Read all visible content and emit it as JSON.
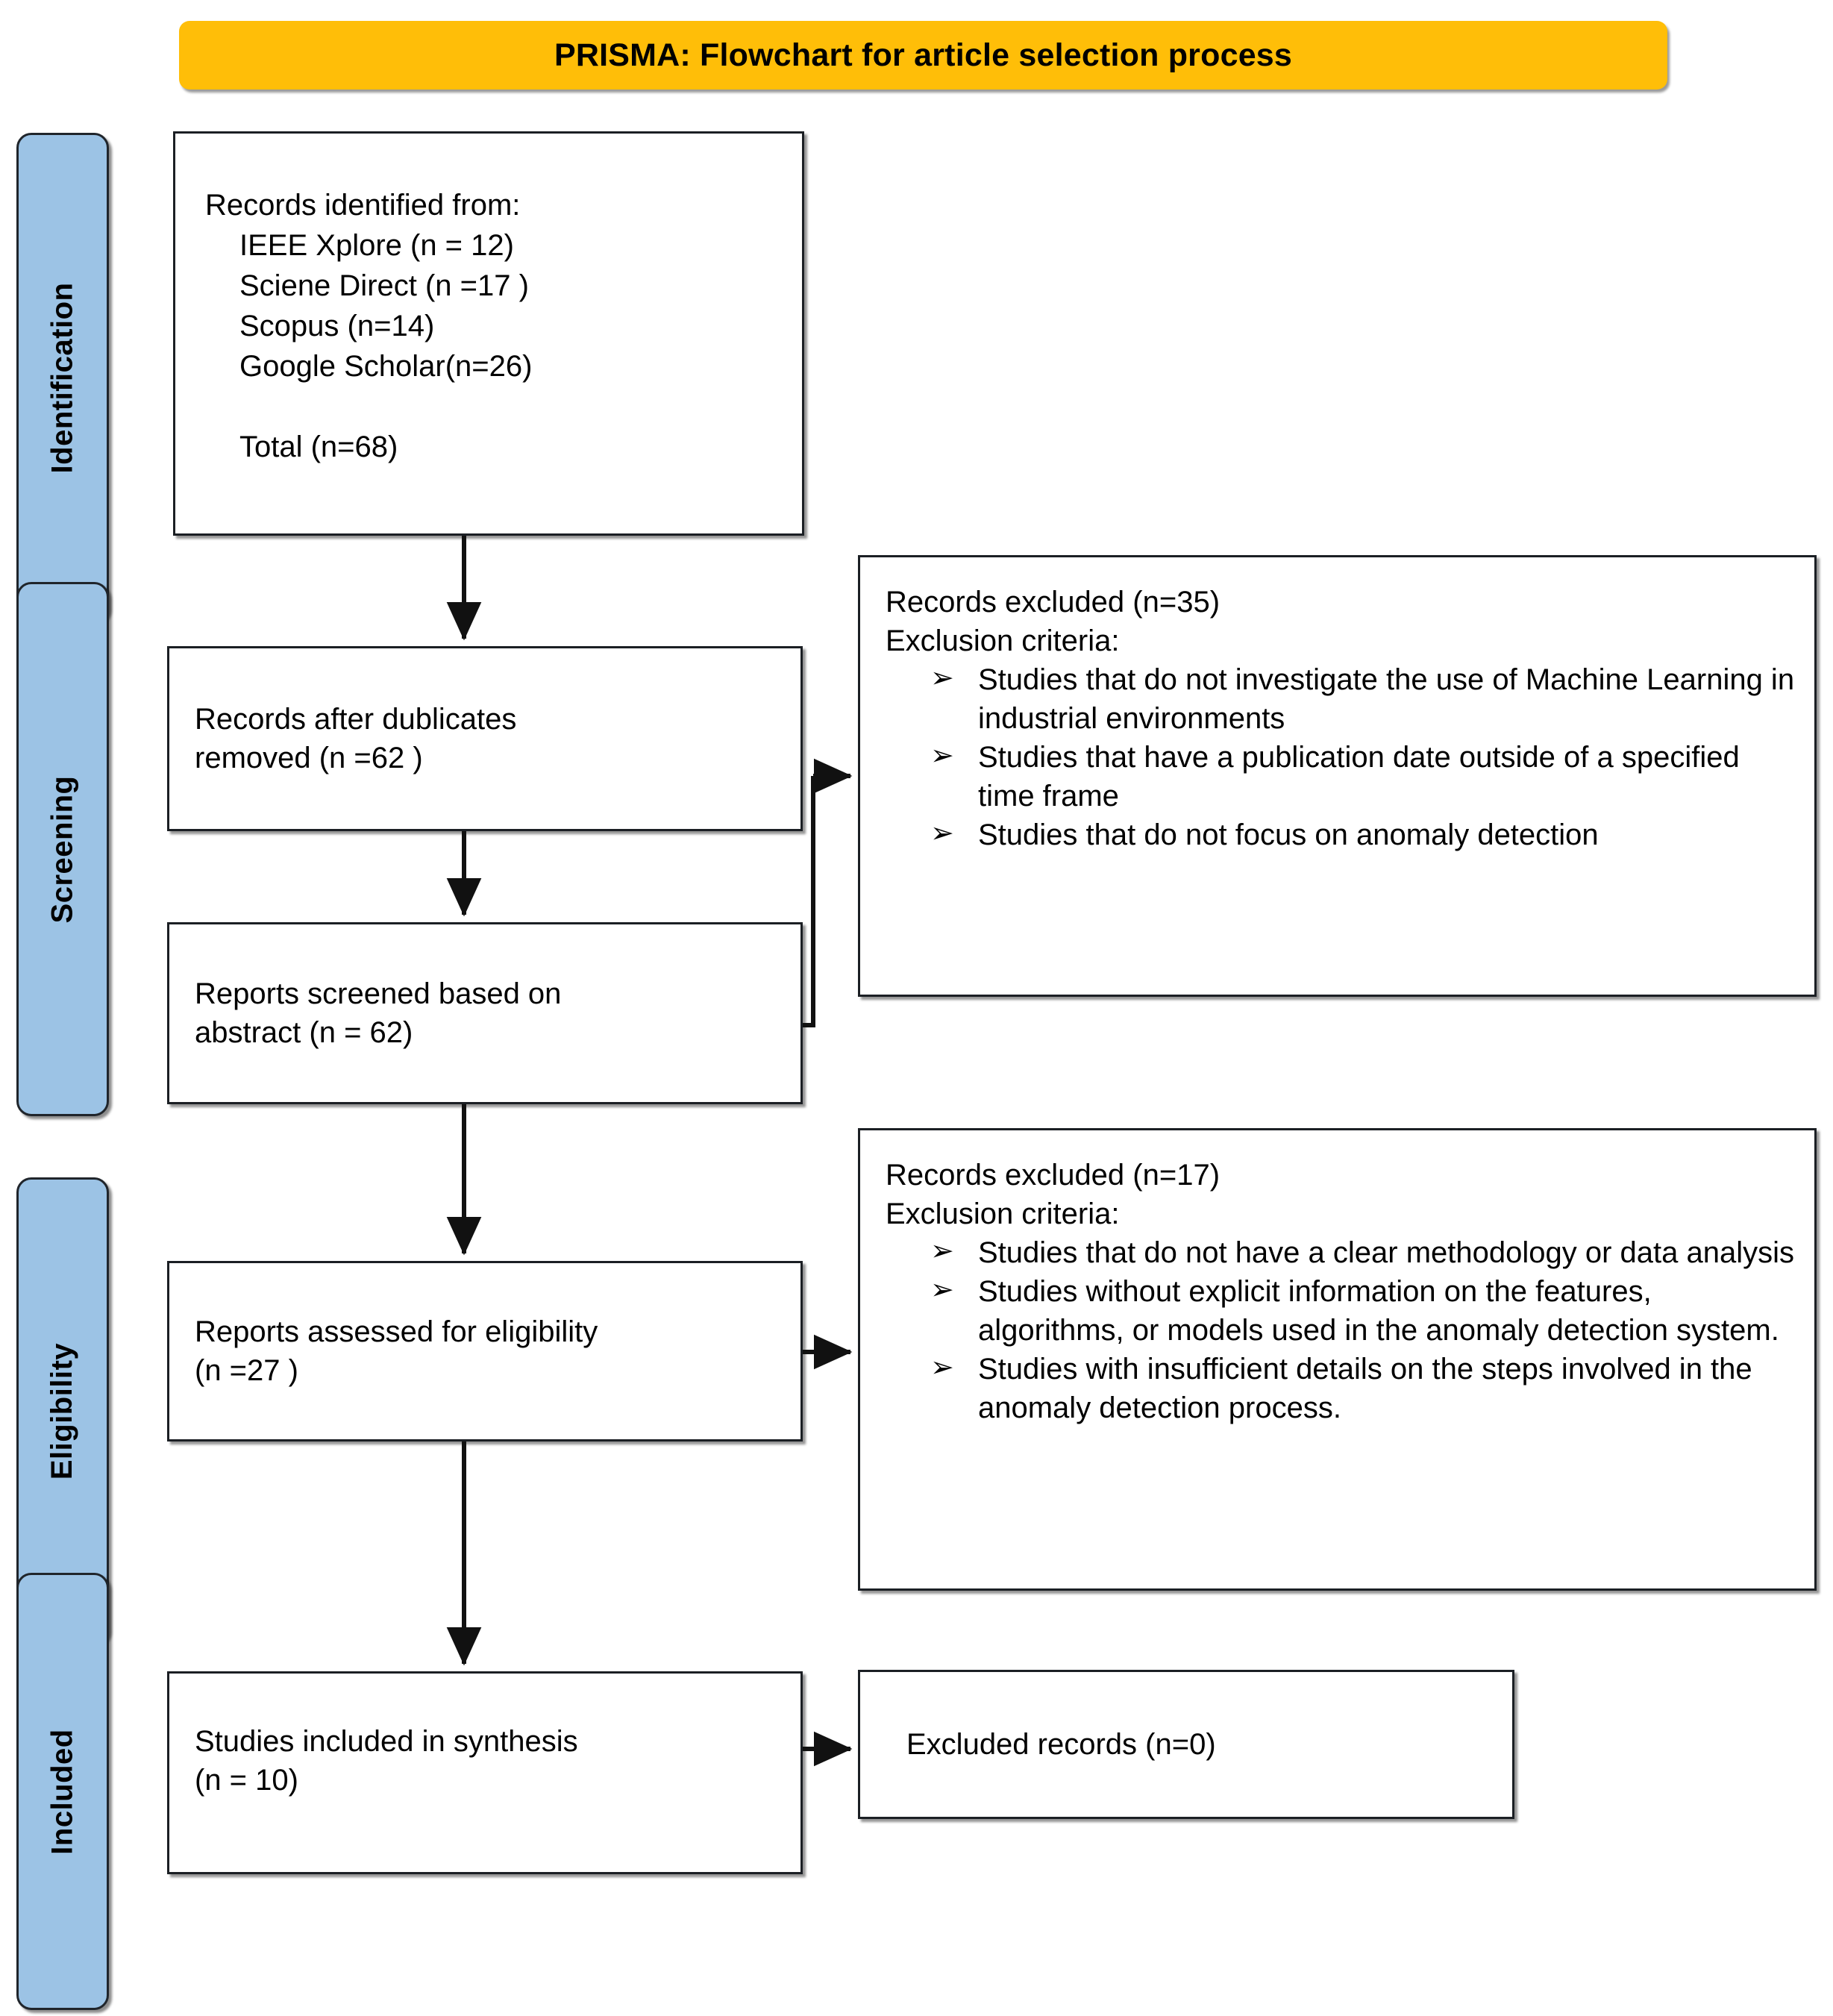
{
  "title": {
    "text": "PRISMA: Flowchart for article selection process",
    "background_color": "#FFBE08"
  },
  "stages": [
    {
      "label": "Identification"
    },
    {
      "label": "Screening"
    },
    {
      "label": "Eligibility"
    },
    {
      "label": "Included"
    }
  ],
  "stage_color": "#9CC3E5",
  "identification_box": {
    "lead": "Records identified from:",
    "sources": [
      "IEEE Xplore (n = 12)",
      "Sciene Direct (n =17 )",
      "Scopus (n=14)",
      "Google Scholar(n=26)"
    ],
    "total": "Total (n=68)"
  },
  "duplicates_box": {
    "line1": "Records after dublicates",
    "line2": "removed (n =62 )"
  },
  "screened_box": {
    "line1": "Reports screened based on",
    "line2": "abstract (n = 62)"
  },
  "eligibility_box": {
    "line1": "Reports assessed for eligibility",
    "line2": "(n =27 )"
  },
  "included_box": {
    "line1": "Studies included in synthesis",
    "line2": "(n = 10)"
  },
  "excluded_zero_box": {
    "text": "Excluded records (n=0)"
  },
  "exclusion_box_1": {
    "head_line1": "Records excluded (n=35)",
    "head_line2": "Exclusion criteria:",
    "bullet_glyph": "➢",
    "criteria": [
      "Studies that do not investigate the use of Machine Learning in industrial environments",
      "Studies that have a publication date outside of a specified time frame",
      "Studies that do not focus on anomaly detection"
    ]
  },
  "exclusion_box_2": {
    "head_line1": "Records excluded (n=17)",
    "head_line2": "Exclusion criteria:",
    "bullet_glyph": "➢",
    "criteria": [
      "Studies that do not have a clear methodology or data analysis",
      "Studies without explicit information on the features, algorithms, or models used in the anomaly detection system.",
      "Studies with insufficient details on the steps involved in the anomaly detection process."
    ]
  }
}
